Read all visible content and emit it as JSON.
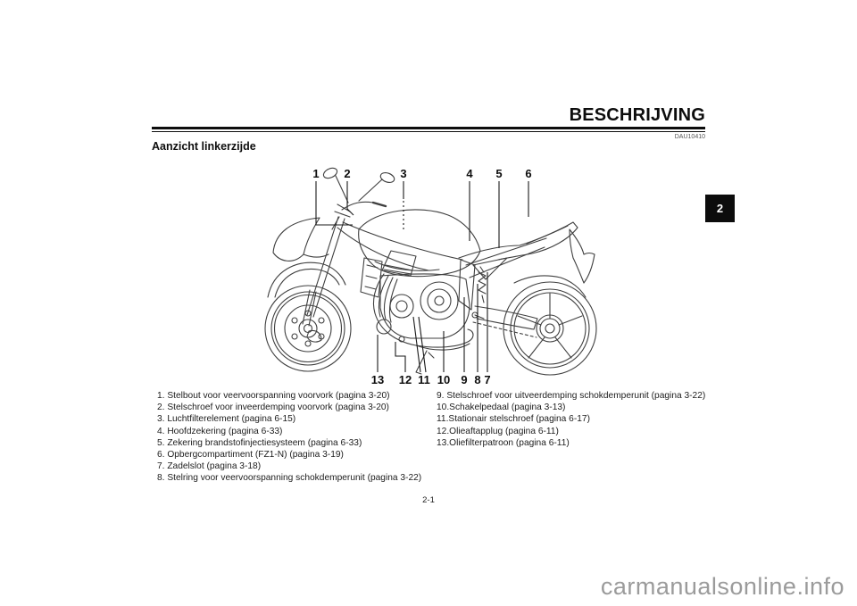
{
  "page": {
    "header_title": "BESCHRIJVING",
    "doc_code": "DAU10410",
    "section_title": "Aanzicht linkerzijde",
    "chapter_tab": "2",
    "page_number": "2-1",
    "watermark": "carmanualsonline.info"
  },
  "diagram": {
    "callouts_top": [
      "1",
      "2",
      "3",
      "4",
      "5",
      "6"
    ],
    "callouts_bottom": [
      "13",
      "12",
      "11",
      "10",
      "9",
      "8",
      "7"
    ]
  },
  "legend": {
    "left": [
      "1. Stelbout voor veervoorspanning voorvork (pagina 3-20)",
      "2. Stelschroef voor inveerdemping voorvork (pagina 3-20)",
      "3. Luchtfilterelement (pagina 6-15)",
      "4. Hoofdzekering (pagina 6-33)",
      "5. Zekering brandstofinjectiesysteem (pagina 6-33)",
      "6. Opbergcompartiment (FZ1-N) (pagina 3-19)",
      "7. Zadelslot (pagina 3-18)",
      "8. Stelring voor veervoorspanning schokdemperunit (pagina 3-22)"
    ],
    "right": [
      "9. Stelschroef voor uitveerdemping schokdemperunit (pagina 3-22)",
      "10.Schakelpedaal (pagina 3-13)",
      "11.Stationair stelschroef (pagina 6-17)",
      "12.Olieaftapplug (pagina 6-11)",
      "13.Oliefilterpatroon (pagina 6-11)"
    ]
  }
}
